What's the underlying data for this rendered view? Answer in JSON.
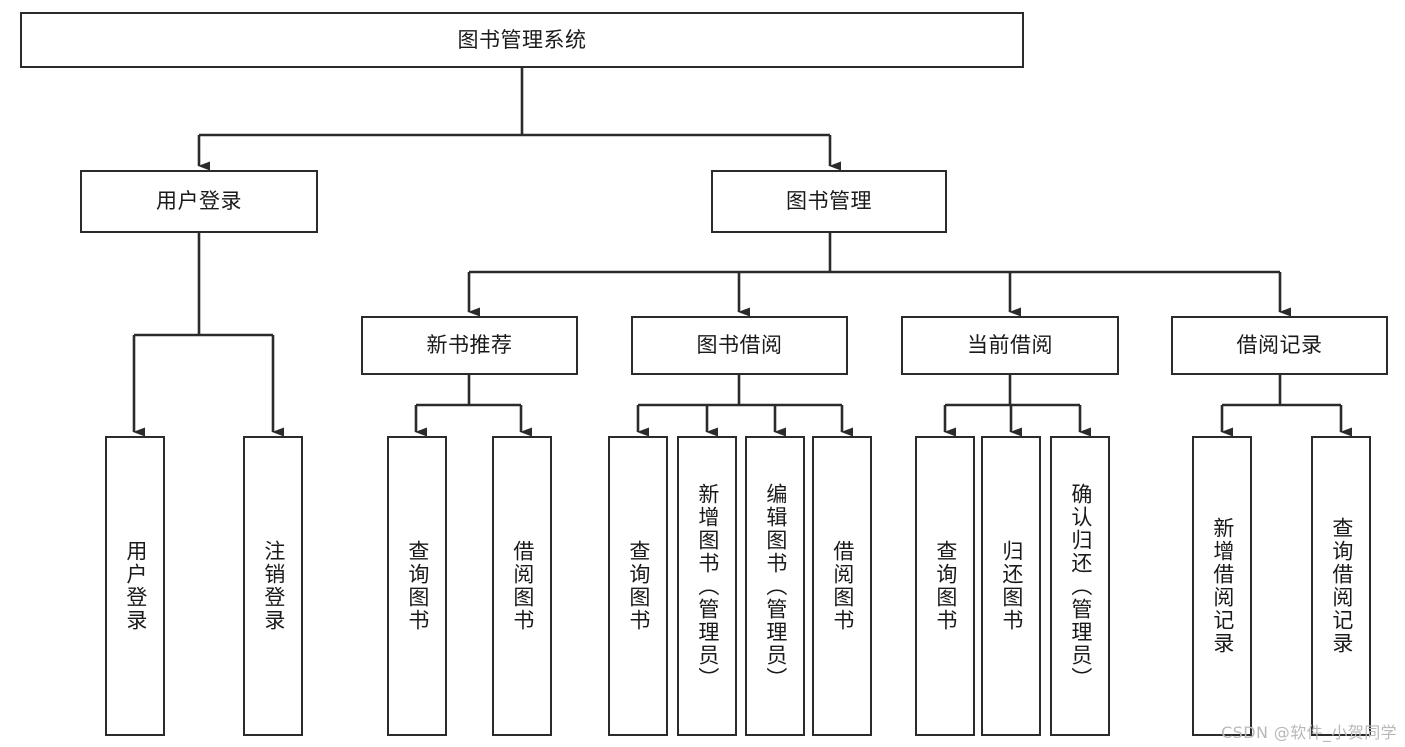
{
  "diagram": {
    "title": "图书管理系统",
    "type": "tree-hierarchy-chart",
    "watermark": "CSDN @软件_小贺同学",
    "colors": {
      "background": "#ffffff",
      "stroke": "#2b2b2b",
      "text": "#1a1a1a",
      "watermark": "#b8b8b8"
    }
  },
  "nodes": {
    "root": {
      "label": "图书管理系统"
    },
    "level1": [
      {
        "label": "用户登录"
      },
      {
        "label": "图书管理"
      }
    ],
    "level2": [
      {
        "label": "新书推荐"
      },
      {
        "label": "图书借阅"
      },
      {
        "label": "当前借阅"
      },
      {
        "label": "借阅记录"
      }
    ],
    "leaves": {
      "user_login": [
        {
          "label": "用户登录"
        },
        {
          "label": "注销登录"
        }
      ],
      "new_book_recommend": [
        {
          "label": "查询图书"
        },
        {
          "label": "借阅图书"
        }
      ],
      "book_borrow": [
        {
          "label": "查询图书"
        },
        {
          "label": "新增图书（管理员）"
        },
        {
          "label": "编辑图书（管理员）"
        },
        {
          "label": "借阅图书"
        }
      ],
      "current_borrow": [
        {
          "label": "查询图书"
        },
        {
          "label": "归还图书"
        },
        {
          "label": "确认归还（管理员）"
        }
      ],
      "borrow_record": [
        {
          "label": "新增借阅记录"
        },
        {
          "label": "查询借阅记录"
        }
      ]
    }
  }
}
